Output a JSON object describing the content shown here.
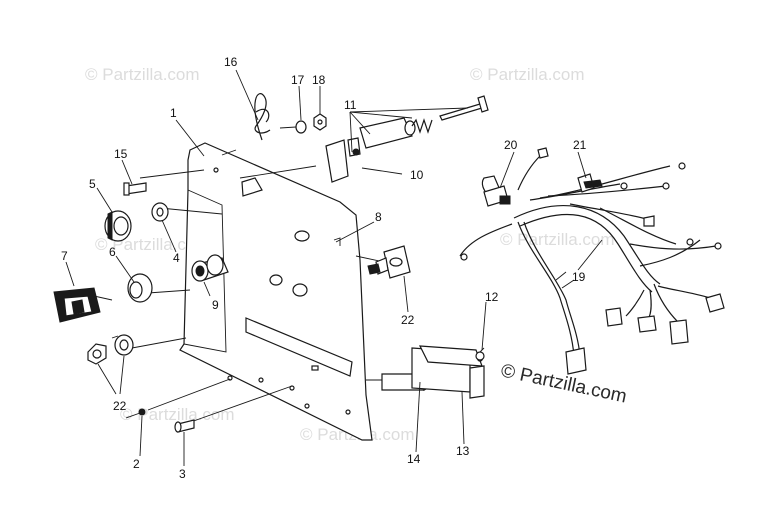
{
  "watermarks": {
    "faint": [
      "© Partzilla.com",
      "© Partzilla.com",
      "© Partzilla.com",
      "© Partzilla.com",
      "© Partzilla.com",
      "© Partzilla.com"
    ],
    "main": "© Partzilla.com"
  },
  "callouts": {
    "c1": "1",
    "c2": "2",
    "c3": "3",
    "c4": "4",
    "c5": "5",
    "c6": "6",
    "c7": "7",
    "c8": "8",
    "c9": "9",
    "c10": "10",
    "c11": "11",
    "c12": "12",
    "c13": "13",
    "c14": "14",
    "c15": "15",
    "c16": "16",
    "c17": "17",
    "c18": "18",
    "c19": "19",
    "c20": "20",
    "c21": "21",
    "c22a": "22",
    "c22b": "22"
  },
  "colors": {
    "ink": "#1a1a1a",
    "watermark": "#dcdcdc",
    "background": "#ffffff"
  }
}
